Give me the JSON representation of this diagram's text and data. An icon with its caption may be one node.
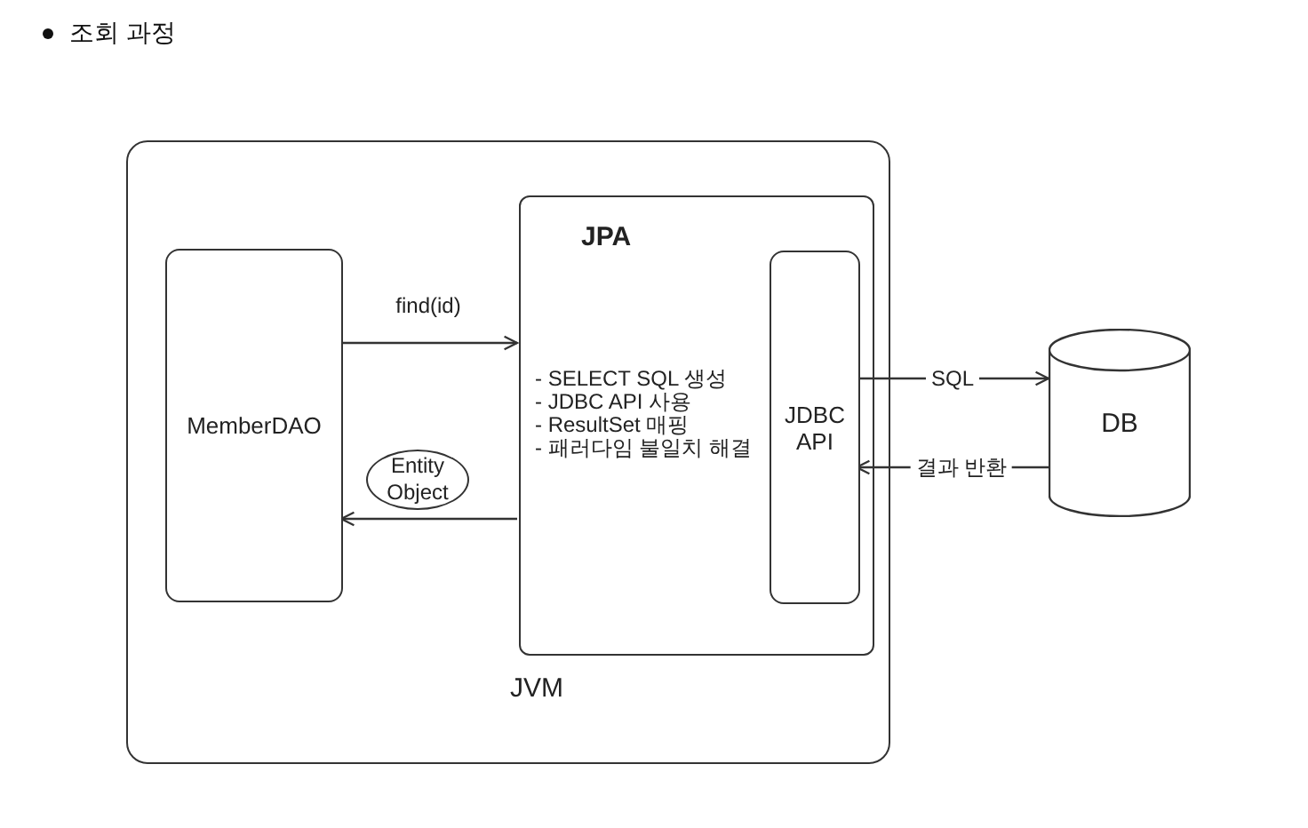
{
  "diagram": {
    "title": "조회 과정",
    "nodes": [
      {
        "text": [
          "JVM"
        ]
      },
      {
        "text": [
          "MemberDAO"
        ],
        "in": 0
      },
      {
        "text": [
          "JPA",
          "- SELECT SQL 생성",
          "- JDBC API 사용",
          "- ResultSet 매핑",
          "- 패러다임 불일치 해결"
        ],
        "in": 0
      },
      {
        "text": [
          "JDBC API"
        ],
        "in": 2
      },
      {
        "text": [
          "Entity Object"
        ],
        "in": 0
      },
      {
        "text": [
          "DB"
        ]
      }
    ],
    "edges": [
      {
        "from": 1,
        "to": 2,
        "label": "find(id)",
        "arrow": "to"
      },
      {
        "from": 2,
        "to": 1,
        "arrow": "to"
      },
      {
        "from": 3,
        "to": 5,
        "label": "SQL",
        "arrow": "to"
      },
      {
        "from": 5,
        "to": 3,
        "label": "결과 반환",
        "arrow": "to"
      }
    ]
  }
}
